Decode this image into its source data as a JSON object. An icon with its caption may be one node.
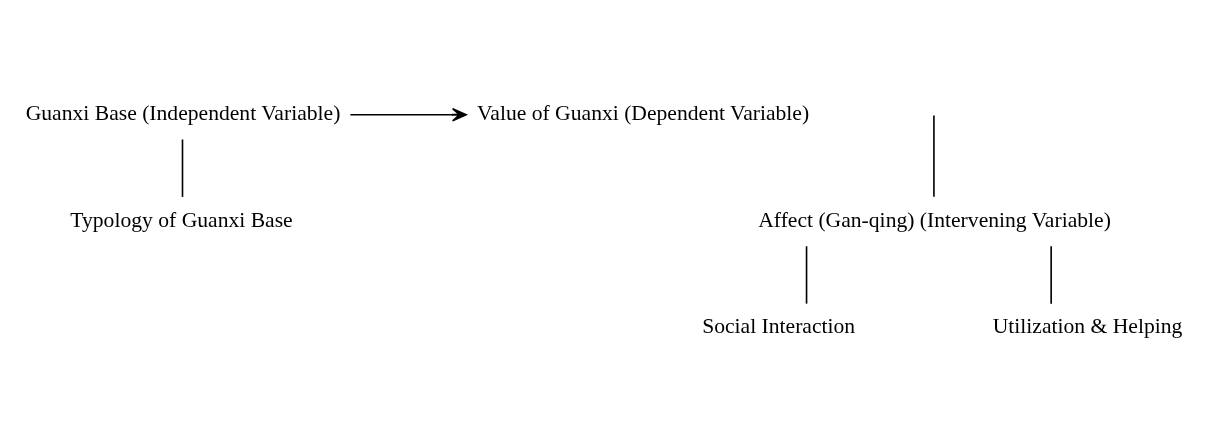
{
  "diagram": {
    "nodes": [
      {
        "text": [
          "Guanxi Base (Independent Variable)"
        ]
      },
      {
        "text": [
          "Value of Guanxi (Dependent Variable)"
        ]
      },
      {
        "text": [
          "Affect (Gan-qing) (Intervening Variable)"
        ]
      },
      {
        "text": [
          "Typology of Guanxi Base"
        ]
      },
      {
        "text": [
          "Social Interaction"
        ]
      },
      {
        "text": [
          "Utilization & Helping"
        ]
      }
    ],
    "edges": [
      {
        "from": 0,
        "to": 1,
        "arrow": "to"
      },
      {
        "from": 2,
        "to": null,
        "arrow": "none"
      },
      {
        "from": 0,
        "to": 3,
        "arrow": "none"
      },
      {
        "from": 2,
        "to": 4,
        "arrow": "none"
      },
      {
        "from": 2,
        "to": 5,
        "arrow": "none"
      }
    ]
  }
}
